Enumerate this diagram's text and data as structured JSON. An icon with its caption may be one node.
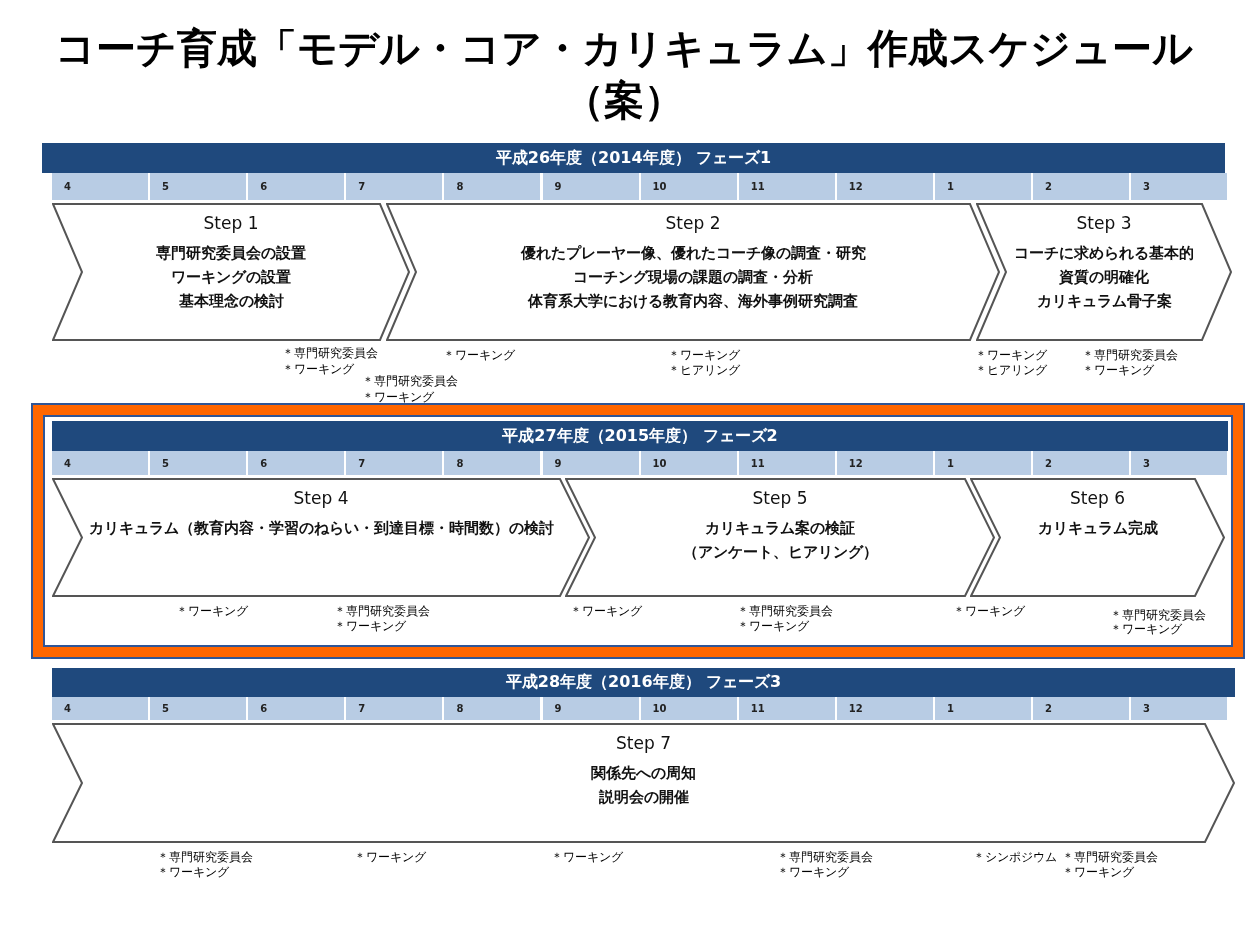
{
  "diagram": {
    "title": "コーチ育成「モデル・コア・カリキュラム」作成スケジュール（案）",
    "nodes": [
      {
        "text": [
          "平成26年度（2014年度） フェーズ1"
        ]
      },
      {
        "text": [
          "Step 1",
          "専門研究委員会の設置",
          "ワーキングの設置",
          "基本理念の検討"
        ]
      },
      {
        "text": [
          "Step 2",
          "優れたプレーヤー像、優れたコーチ像の調査・研究",
          "コーチング現場の課題の調査・分析",
          "体育系大学における教育内容、海外事例研究調査"
        ]
      },
      {
        "text": [
          "Step 3",
          "コーチに求められる基本的資質の明確化",
          "カリキュラム骨子案"
        ]
      },
      {
        "text": [],
        "shape": "box"
      },
      {
        "text": [
          "平成27年度（2015年度） フェーズ2"
        ],
        "in": 4
      },
      {
        "text": [
          "Step 4",
          "カリキュラム（教育内容・学習のねらい・到達目標・時間数）の検討"
        ],
        "in": 4
      },
      {
        "text": [
          "Step 5",
          "カリキュラム案の検証",
          "（アンケート、ヒアリング）"
        ],
        "in": 4
      },
      {
        "text": [
          "Step 6",
          "カリキュラム完成"
        ],
        "in": 4
      },
      {
        "text": [
          "平成28年度（2016年度） フェーズ3"
        ]
      },
      {
        "text": [
          "Step 7",
          "関係先への周知",
          "説明会の開催"
        ]
      }
    ],
    "edges": [],
    "labels": [
      "4",
      "5",
      "6",
      "7",
      "8",
      "9",
      "10",
      "11",
      "12",
      "1",
      "2",
      "3",
      "＊専門研究委員会",
      "＊ワーキング",
      "＊専門研究委員会",
      "＊ワーキング",
      "＊ワーキング",
      "＊ワーキング",
      "＊ヒアリング",
      "＊ワーキング",
      "＊ヒアリング",
      "＊専門研究委員会",
      "＊ワーキング",
      "4",
      "5",
      "6",
      "7",
      "8",
      "9",
      "10",
      "11",
      "12",
      "1",
      "2",
      "3",
      "＊ワーキング",
      "＊専門研究委員会",
      "＊ワーキング",
      "＊ワーキング",
      "＊専門研究委員会",
      "＊ワーキング",
      "＊ワーキング",
      "＊専門研究委員会",
      "＊ワーキング",
      "4",
      "5",
      "6",
      "7",
      "8",
      "9",
      "10",
      "11",
      "12",
      "1",
      "2",
      "3",
      "＊専門研究委員会",
      "＊ワーキング",
      "＊ワーキング",
      "＊ワーキング",
      "＊専門研究委員会",
      "＊ワーキング",
      "＊シンポジウム",
      "＊専門研究委員会",
      "＊ワーキング"
    ]
  }
}
